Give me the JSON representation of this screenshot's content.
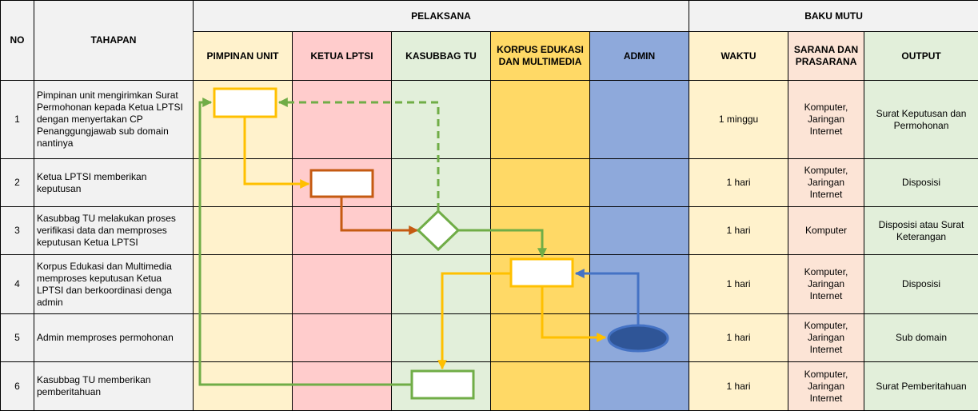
{
  "headers": {
    "no": "NO",
    "tahapan": "TAHAPAN",
    "pelaksana": "PELAKSANA",
    "baku_mutu": "BAKU MUTU"
  },
  "lanes": [
    {
      "key": "pim",
      "label": "PIMPINAN UNIT",
      "color": "#fff2cc"
    },
    {
      "key": "ket",
      "label": "KETUA LPTSI",
      "color": "#ffcccc"
    },
    {
      "key": "kas",
      "label": "KASUBBAG TU",
      "color": "#e2efda"
    },
    {
      "key": "kor",
      "label": "KORPUS EDUKASI DAN MULTIMEDIA",
      "color": "#ffd966"
    },
    {
      "key": "adm",
      "label": "ADMIN",
      "color": "#8ea9db"
    }
  ],
  "baku_cols": [
    {
      "key": "wak",
      "label": "WAKTU"
    },
    {
      "key": "sar",
      "label": "SARANA DAN PRASARANA"
    },
    {
      "key": "out",
      "label": "OUTPUT"
    }
  ],
  "rows": [
    {
      "no": "1",
      "tahapan": "Pimpinan unit mengirimkan Surat Permohonan kepada Ketua LPTSI dengan menyertakan CP Penanggungjawab sub domain nantinya",
      "waktu": "1 minggu",
      "sarana": "Komputer, Jaringan Internet",
      "output": "Surat Keputusan dan Permohonan"
    },
    {
      "no": "2",
      "tahapan": "Ketua LPTSI memberikan keputusan",
      "waktu": "1 hari",
      "sarana": "Komputer, Jaringan Internet",
      "output": "Disposisi"
    },
    {
      "no": "3",
      "tahapan": "Kasubbag TU melakukan proses verifikasi data dan memproses keputusan Ketua LPTSI",
      "waktu": "1 hari",
      "sarana": "Komputer",
      "output": "Disposisi atau Surat Keterangan"
    },
    {
      "no": "4",
      "tahapan": "Korpus Edukasi dan Multimedia memproses keputusan Ketua LPTSI dan berkoordinasi denga admin",
      "waktu": "1 hari",
      "sarana": "Komputer, Jaringan Internet",
      "output": "Disposisi"
    },
    {
      "no": "5",
      "tahapan": "Admin memproses permohonan",
      "waktu": "1 hari",
      "sarana": "Komputer, Jaringan Internet",
      "output": "Sub domain"
    },
    {
      "no": "6",
      "tahapan": "Kasubbag TU memberikan pemberitahuan",
      "waktu": "1 hari",
      "sarana": "Komputer, Jaringan Internet",
      "output": "Surat Pemberitahuan"
    }
  ],
  "flow_colors": {
    "pimpinan": "#ffc000",
    "ketua": "#c55a11",
    "kasubbag": "#70ad47",
    "korpus": "#ffc000",
    "admin_fill": "#2f5597",
    "admin_stroke": "#4472c4"
  }
}
